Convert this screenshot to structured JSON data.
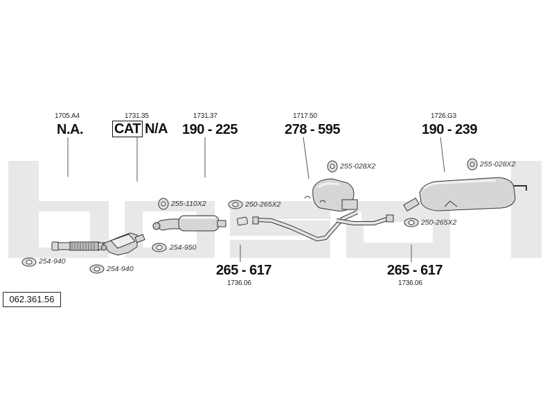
{
  "reference_number": "062.361.56",
  "watermark": "bosal",
  "colors": {
    "watermark": "#e6e6e6",
    "line": "#333333",
    "part_fill": "#dcdcdc",
    "part_shade": "#9a9a9a"
  },
  "parts": [
    {
      "code": "1705.A4",
      "price": "N.A."
    },
    {
      "code": "1731.35",
      "badge": "CAT",
      "price": "N/A"
    },
    {
      "code": "1731.37",
      "price": "190 - 225"
    },
    {
      "code": "1717.50",
      "price": "278 - 595"
    },
    {
      "code": "1726.G3",
      "price": "190 - 239"
    },
    {
      "code": "1736.06",
      "price": "265 - 617"
    },
    {
      "code": "1736.06",
      "price": "265 - 617"
    }
  ],
  "clamps": [
    {
      "label": "254-940",
      "icon": "clamp-icon"
    },
    {
      "label": "254-940",
      "icon": "clamp-icon"
    },
    {
      "label": "255-110X2",
      "icon": "rubber-mount-icon"
    },
    {
      "label": "254-950",
      "icon": "clamp-icon"
    },
    {
      "label": "250-265X2",
      "icon": "clamp-icon"
    },
    {
      "label": "255-028X2",
      "icon": "rubber-mount-icon"
    },
    {
      "label": "250-265X2",
      "icon": "clamp-icon"
    },
    {
      "label": "255-028X2",
      "icon": "rubber-mount-icon"
    }
  ]
}
